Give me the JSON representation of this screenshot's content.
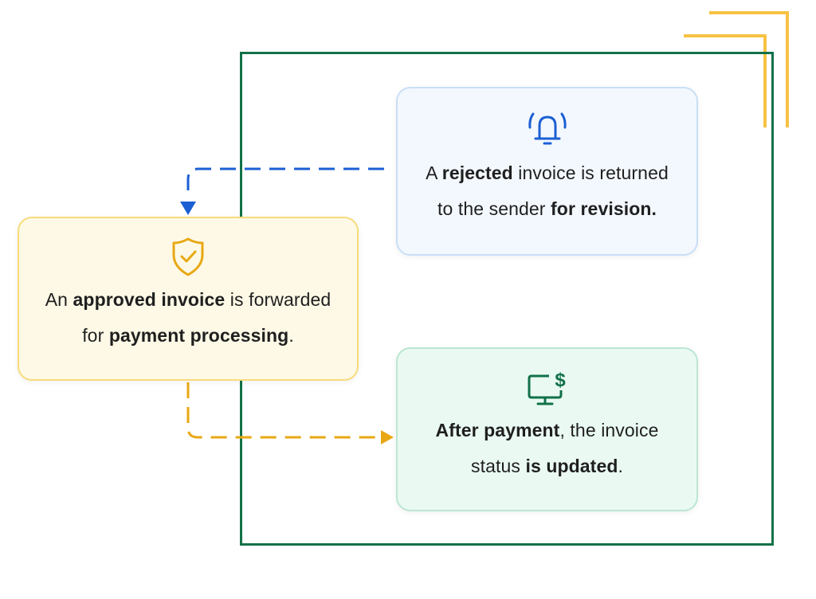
{
  "approved": {
    "pre": "An ",
    "bold1": "approved invoice",
    "mid": " is forwarded",
    "line2_pre": "for ",
    "bold2": "payment processing",
    "line2_post": "."
  },
  "rejected": {
    "pre": "A ",
    "bold1": "rejected",
    "mid": " invoice is returned",
    "line2_pre": "to the sender ",
    "bold2": "for revision."
  },
  "paid": {
    "bold1": "After payment",
    "mid": ", the invoice",
    "line2_pre": "status ",
    "bold2": "is updated",
    "line2_post": "."
  },
  "colors": {
    "frame": "#127148",
    "accent_yellow": "#f7c244",
    "arrow_blue": "#1c5fd4",
    "arrow_yellow": "#e8a813",
    "icon_green": "#127148",
    "icon_blue": "#1c5fd4",
    "icon_yellow": "#e8a813"
  },
  "icons": {
    "approved": "shield-check-icon",
    "rejected": "bell-icon",
    "paid": "monitor-dollar-icon"
  }
}
